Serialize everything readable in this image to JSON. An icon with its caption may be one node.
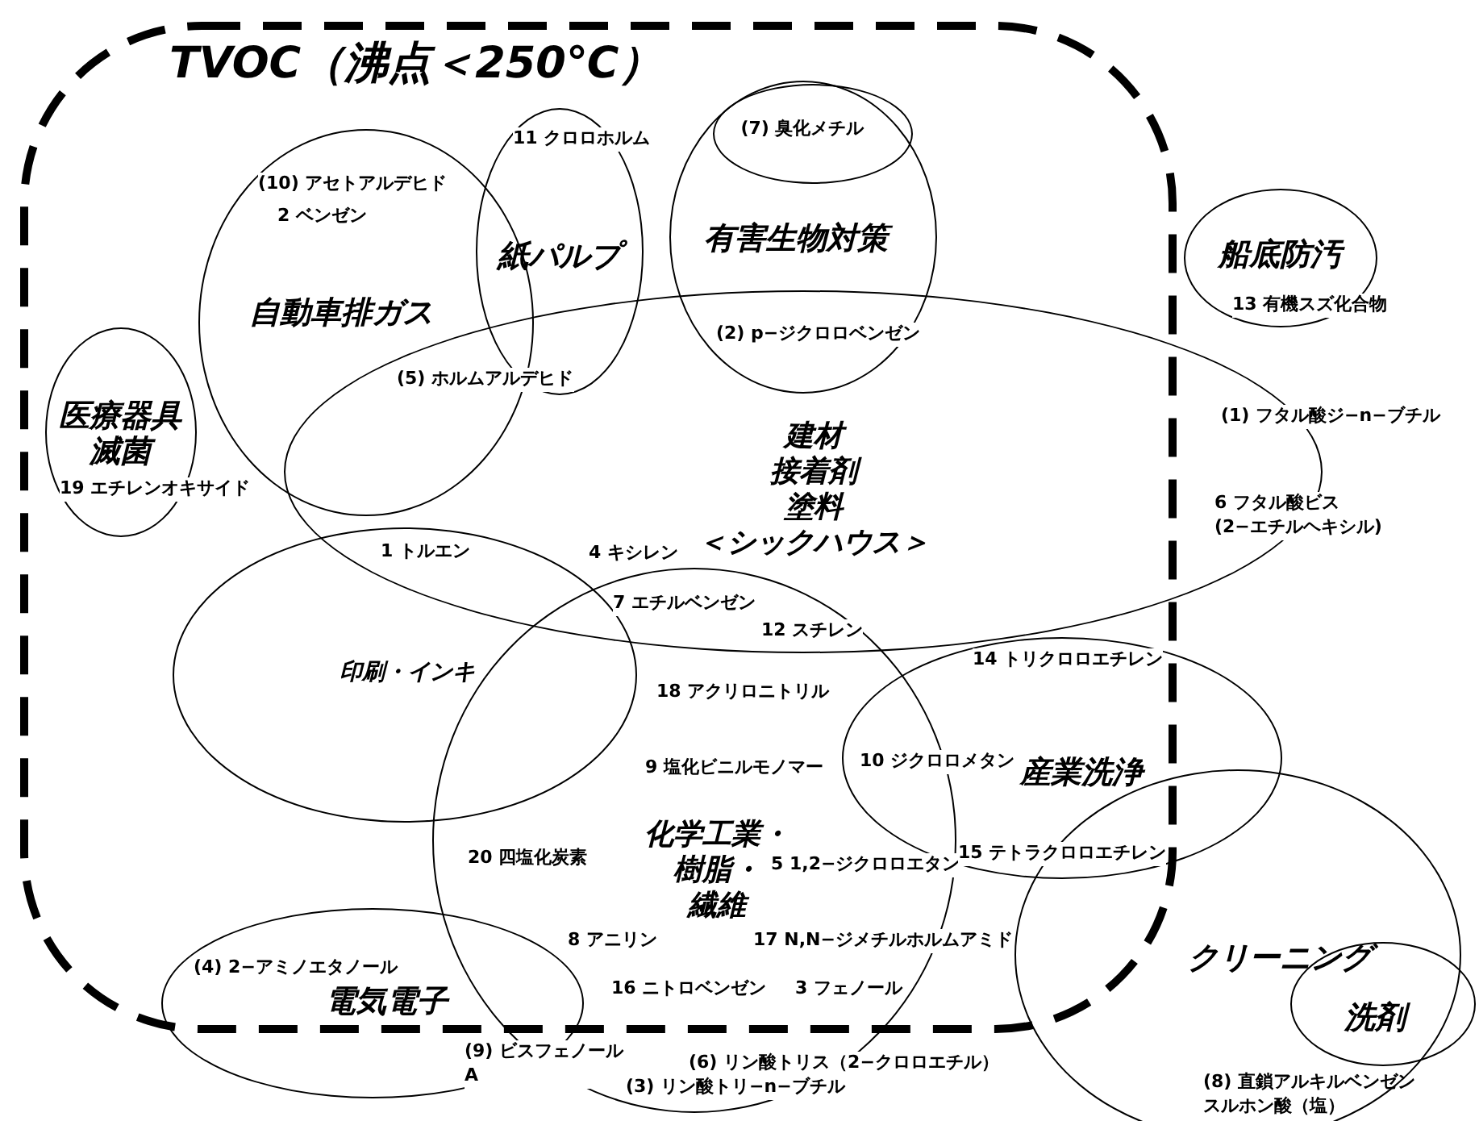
{
  "diagram": {
    "nodes": [
      {
        "text": [
          "TVOC（沸点＜250℃）"
        ]
      },
      {
        "text": [
          "(7) 臭化メチル"
        ],
        "in": 4
      },
      {
        "text": [
          "自動車排ガス"
        ],
        "in": 0
      },
      {
        "text": [
          "紙パルプ"
        ],
        "in": 0
      },
      {
        "text": [
          "有害生物対策"
        ],
        "in": 0
      },
      {
        "text": [
          "船底防汚"
        ]
      },
      {
        "text": [
          "医療器具滅菌"
        ],
        "in": 0
      },
      {
        "text": [
          "建材",
          "接着剤",
          "塗料",
          "＜シックハウス＞"
        ]
      },
      {
        "text": [
          "印刷・インキ"
        ],
        "in": 0
      },
      {
        "text": [
          "産業洗浄"
        ]
      },
      {
        "text": [
          "化学工業・",
          "樹脂・",
          "繊維"
        ]
      },
      {
        "text": [
          "クリーニング"
        ]
      },
      {
        "text": [
          "電気電子"
        ]
      },
      {
        "text": [
          "洗剤"
        ]
      }
    ],
    "labels": [
      "11 クロロホルム",
      "(10) アセトアルデヒド",
      "2 ベンゼン",
      "13 有機スズ化合物",
      "(2) p−ジクロロベンゼン",
      "(5) ホルムアルデヒド",
      "(1) フタル酸ジ−n−ブチル",
      "19 エチレンオキサイド",
      "6 フタル酸ビス (2−エチルヘキシル)",
      "1 トルエン",
      "4 キシレン",
      "7 エチルベンゼン",
      "12 スチレン",
      "14 トリクロロエチレン",
      "18 アクリロニトリル",
      "9 塩化ビニルモノマー",
      "10 ジクロロメタン",
      "20 四塩化炭素",
      "5 1,2−ジクロロエタン",
      "15 テトラクロロエチレン",
      "8 アニリン",
      "17 N,N−ジメチルホルムアミド",
      "(4) 2−アミノエタノール",
      "16 ニトロベンゼン",
      "3 フェノール",
      "(9) ビスフェノール A",
      "(6) リン酸トリス（2−クロロエチル）",
      "(3) リン酸トリ−n−ブチル",
      "(8) 直鎖アルキルベンゼンスルホン酸（塩）"
    ]
  }
}
